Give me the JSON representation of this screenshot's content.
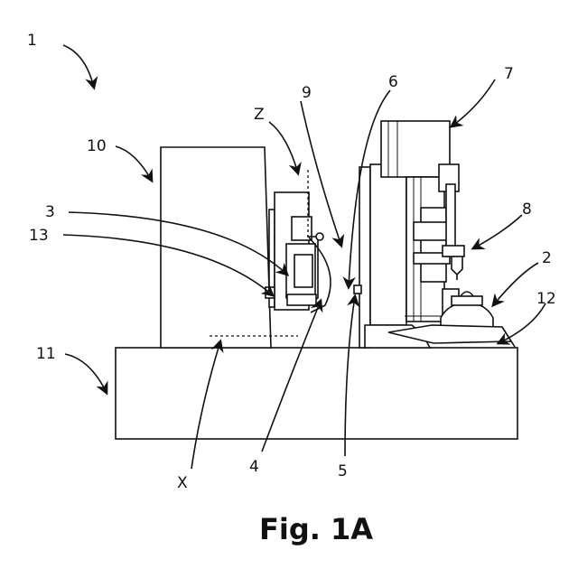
{
  "caption": "Fig. 1A",
  "labels": {
    "l1": "1",
    "l2": "2",
    "l3": "3",
    "l4": "4",
    "l5": "5",
    "l6": "6",
    "l7": "7",
    "l8": "8",
    "l9": "9",
    "l10": "10",
    "l11": "11",
    "l12": "12",
    "l13": "13",
    "lX": "X",
    "lZ": "Z"
  }
}
